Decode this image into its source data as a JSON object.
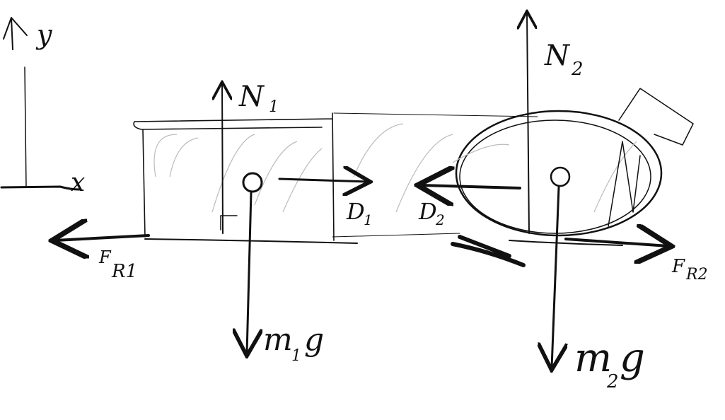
{
  "axes": {
    "y_label": "y",
    "x_label": "x"
  },
  "forces": {
    "N1": {
      "main": "N",
      "sub": "1"
    },
    "N2": {
      "main": "N",
      "sub": "2"
    },
    "D1": {
      "main": "D",
      "sub": "1"
    },
    "D2": {
      "main": "D",
      "sub": "2"
    },
    "FR1": {
      "main": "F",
      "sub": "R1"
    },
    "FR2": {
      "main": "F",
      "sub": "R2"
    },
    "m1g": {
      "main": "m",
      "sub": "1",
      "tail": "g"
    },
    "m2g": {
      "main": "m",
      "sub": "2",
      "tail": "g"
    }
  },
  "colors": {
    "ink": "#111111",
    "shading": "#bbbbbb"
  }
}
